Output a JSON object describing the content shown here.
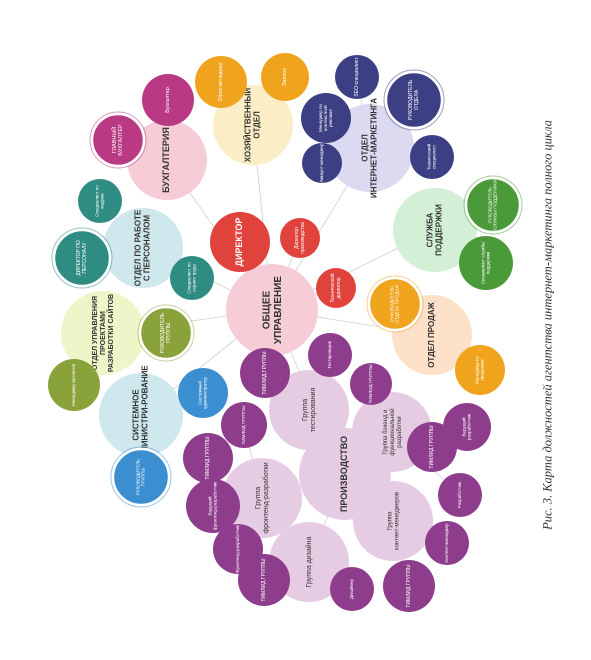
{
  "caption": "Рис. 3. Карта должностей агентства интернет-маркетинга полного цикла",
  "colors": {
    "pink": "#f6cdd7",
    "mauve": "#e6cce3",
    "lavender": "#dcdaf0",
    "mint": "#d3f0d6",
    "cream": "#fbeec6",
    "lightblue": "#cfe8ee",
    "lime": "#eef5c8",
    "peach": "#fde0c8",
    "purple": "#8e3c8c",
    "magenta": "#b93a83",
    "red": "#e0423c",
    "navy": "#3c3f83",
    "green": "#4a9a3a",
    "orange": "#f0a31d",
    "teal": "#2f8c82",
    "olive": "#8aa23a",
    "blue": "#3b8fd0"
  },
  "nodes": {
    "general": "ОБЩЕЕ УПРАВЛЕНИЕ",
    "director": "ДИРЕКТОР",
    "dir_production": "Директор производства",
    "tech_director": "Технический директор",
    "accounting": "БУХГАЛТЕРИЯ",
    "chief_accountant": "ГЛАВНЫЙ БУХГАЛТЕР",
    "accountant": "Бухгалтер",
    "household": "ХОЗЯЙСТВЕННЫЙ ОТДЕЛ",
    "office_manager": "Офис-менеджер",
    "caretaker": "Завхоз",
    "marketing": "ОТДЕЛ ИНТЕРНЕТ-МАРКЕТИНГА",
    "context_manager": "Менеджер по контекстной рекламе",
    "seo": "SEO-специалист",
    "marketing_head": "РУКОВОДИТЕЛЬ ОТДЕЛА",
    "account_manager": "Аккаунт-менеджер",
    "tech_specialist": "Технический специалист",
    "support": "СЛУЖБА ПОДДЕРЖКИ",
    "support_head": "РУКОВОДИТЕЛЬ СЛУЖБЫ ПОДДЕРЖКИ",
    "support_specialist": "Специалист службы поддержки",
    "sales": "ОТДЕЛ ПРОДАЖ",
    "sales_head": "РУКОВОДИТЕЛЬ ОТДЕЛА ПРОДАЖ",
    "sales_manager": "Менеджер по продажам",
    "hr": "ОТДЕЛ ПО РАБОТЕ С ПЕРСОНАЛОМ",
    "hr_director": "ДИРЕКТОР ПО ПЕРСОНАЛУ",
    "recruiter": "Специалист по кадрам",
    "labor_specialist": "Специалист по охране труда",
    "pm": "ОТДЕЛ УПРАВЛЕНИЯ ПРОЕКТАМИ РАЗРАБОТКИ САЙТОВ",
    "pm_head": "РУКОВОДИТЕЛЬ ГРУППЫ",
    "project_manager": "Менеджер проектов",
    "sysadmin": "СИСТЕМНОЕ АДМИНИСТРИ-РОВАНИЕ",
    "sysadmin_specialist": "Системный администратор",
    "sysadmin_head": "РУКОВОДИТЕЛЬ ГРУППЫ",
    "production": "ПРОИЗВОДСТВО",
    "testing": "Группа тестирования",
    "testing_lead": "ТИМЛИД ГРУППЫ",
    "tester": "Тестировщик",
    "backend": "Группа бэкенд и функциональной разработки",
    "backend_lead": "ТИМЛИД ГРУППЫ",
    "backend_senior": "Ведущий разработчик",
    "backend_lead2": "ТИМЛИД ГРУППЫ",
    "developer": "Разработчик",
    "frontend": "Группа фронтенд-разработки",
    "frontend_lead_a": "ТИМЛИД ГРУППЫ",
    "frontend_lead_b": "ТИМЛИД ГРУППЫ",
    "frontend_senior": "Ведущий фронтенд-разработчик",
    "frontend_dev": "Фронтенд-разработчик",
    "content": "Группа контент-менеджеров",
    "content_manager": "Контент-менеджер",
    "content_lead": "ТИМЛИД ГРУППЫ",
    "design": "Группа дизайна",
    "design_lead": "ТИМЛИД ГРУППЫ",
    "designer": "Дизайнер"
  }
}
